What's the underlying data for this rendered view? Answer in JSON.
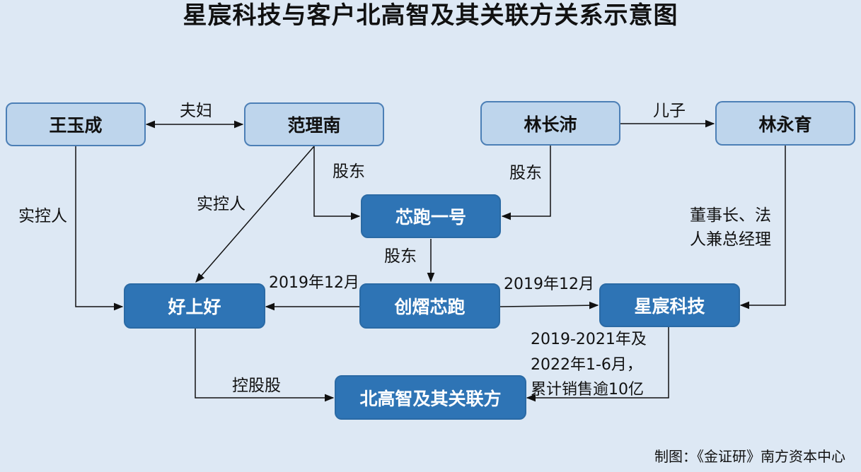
{
  "title": "星宸科技与客户北高智及其关联方关系示意图",
  "nodes": {
    "wang_yucheng": "王玉成",
    "fan_linan": "范理南",
    "lin_changpei": "林长沛",
    "lin_yongyu": "林永育",
    "xinpao_yihao": "芯跑一号",
    "haoshanghao": "好上好",
    "chuangzhi_xinpao": "创熠芯跑",
    "xingchen_keji": "星宸科技",
    "beigaozhi": "北高智及其关联方"
  },
  "labels": {
    "spouse": "夫妇",
    "son": "儿子",
    "shareholder_fan": "股东",
    "shareholder_lin": "股东",
    "shareholder_xinpao": "股东",
    "controller_wang": "实控人",
    "controller_fan": "实控人",
    "chairman_line1": "董事长、法",
    "chairman_line2": "人兼总经理",
    "date_left": "2019年12月",
    "date_right": "2019年12月",
    "holding": "控股股",
    "sales_line1": "2019-2021年及",
    "sales_line2": "2022年1-6月，",
    "sales_line3": "累计销售逾10亿"
  },
  "credit": "制图：《金证研》南方资本中心"
}
